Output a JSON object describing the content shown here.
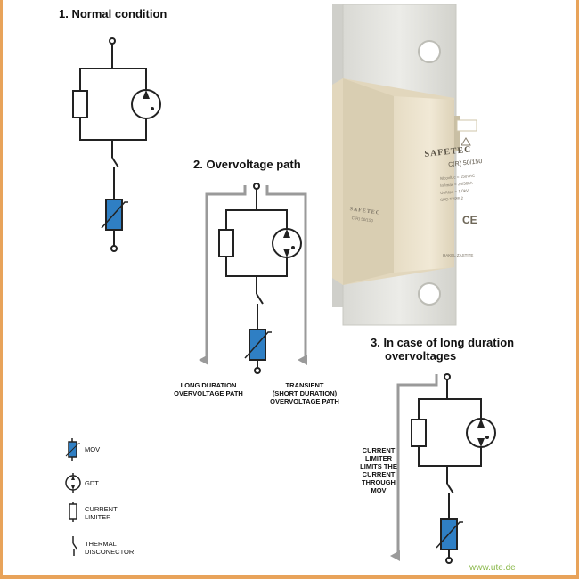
{
  "headings": {
    "normal": "1. Normal condition",
    "overvoltage": "2. Overvoltage path",
    "long_line1": "3. In case of long duration",
    "long_line2": "overvoltages"
  },
  "path_labels": {
    "long_duration": [
      "LONG DURATION",
      "OVERVOLTAGE PATH"
    ],
    "transient": [
      "TRANSIENT",
      "(SHORT DURATION)",
      "OVERVOLTAGE PATH"
    ],
    "current_limiter": [
      "CURRENT",
      "LIMITER",
      "LIMITS THE",
      "CURRENT",
      "THROUGH",
      "MOV"
    ]
  },
  "legend": {
    "mov": "MOV",
    "gdt": "GDT",
    "current_limiter": [
      "CURRENT",
      "LIMITER"
    ],
    "thermal_disconnector": [
      "THERMAL",
      "DISCONECTOR"
    ]
  },
  "device": {
    "brand": "SAFETEC",
    "model": "C(R) 50/150",
    "spec_lines": [
      "Mcov/Uc = 150VAC",
      "In/Imax = 20/50kA",
      "Up/Upe = 1.0kV",
      "SPD TYPE 2"
    ],
    "ce": "CE",
    "maker": "HAKEL ZASTITE",
    "side_brand": "SAFETEC",
    "side_model": "C(R) 50/150"
  },
  "watermark": "www.ute.de",
  "colors": {
    "mov_fill": "#2f7fc4",
    "frame": "#e8a35a",
    "arrow": "#9a9a9a",
    "watermark": "#8ab84a"
  }
}
